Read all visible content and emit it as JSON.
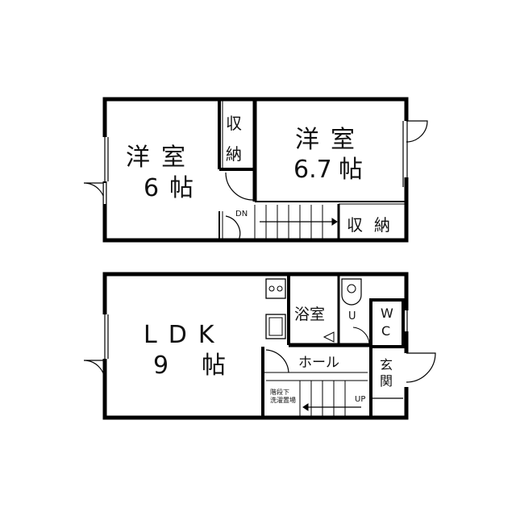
{
  "upper_floor": {
    "west_room": {
      "type": "洋室",
      "size": "6",
      "unit": "帖"
    },
    "east_room": {
      "type": "洋室",
      "size": "6.7",
      "unit": "帖"
    },
    "closet_small": "収納",
    "closet_east": "収納",
    "stair_down": "DN"
  },
  "lower_floor": {
    "ldk": {
      "type": "LDK",
      "size": "9",
      "unit": "帖"
    },
    "bath": "浴室",
    "wc": "WC",
    "hall": "ホール",
    "entrance": "玄関",
    "stair_up": "UP",
    "under_stairs": [
      "階段下",
      "洗濯置場"
    ]
  }
}
